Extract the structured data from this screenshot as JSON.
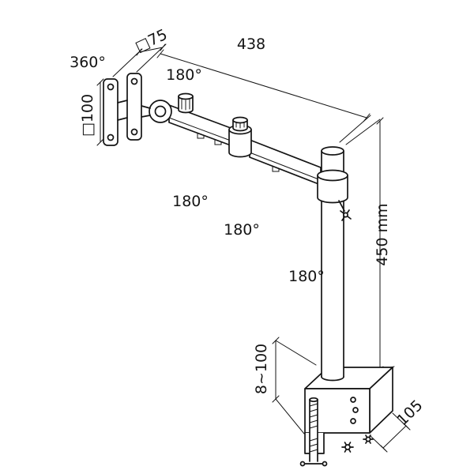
{
  "diagram": {
    "colors": {
      "stroke": "#141414",
      "background": "#ffffff"
    },
    "labels": {
      "rotation_full": "360°",
      "vesa_75": "□75",
      "arm_reach": "438",
      "rotation_joint_top": "180°",
      "vesa_100": "□100",
      "rotation_joint_elbow1": "180°",
      "rotation_joint_elbow2": "180°",
      "rotation_joint_pole": "180°",
      "pole_height": "450 mm",
      "clamp_range": "8~100",
      "clamp_depth": "105"
    }
  }
}
